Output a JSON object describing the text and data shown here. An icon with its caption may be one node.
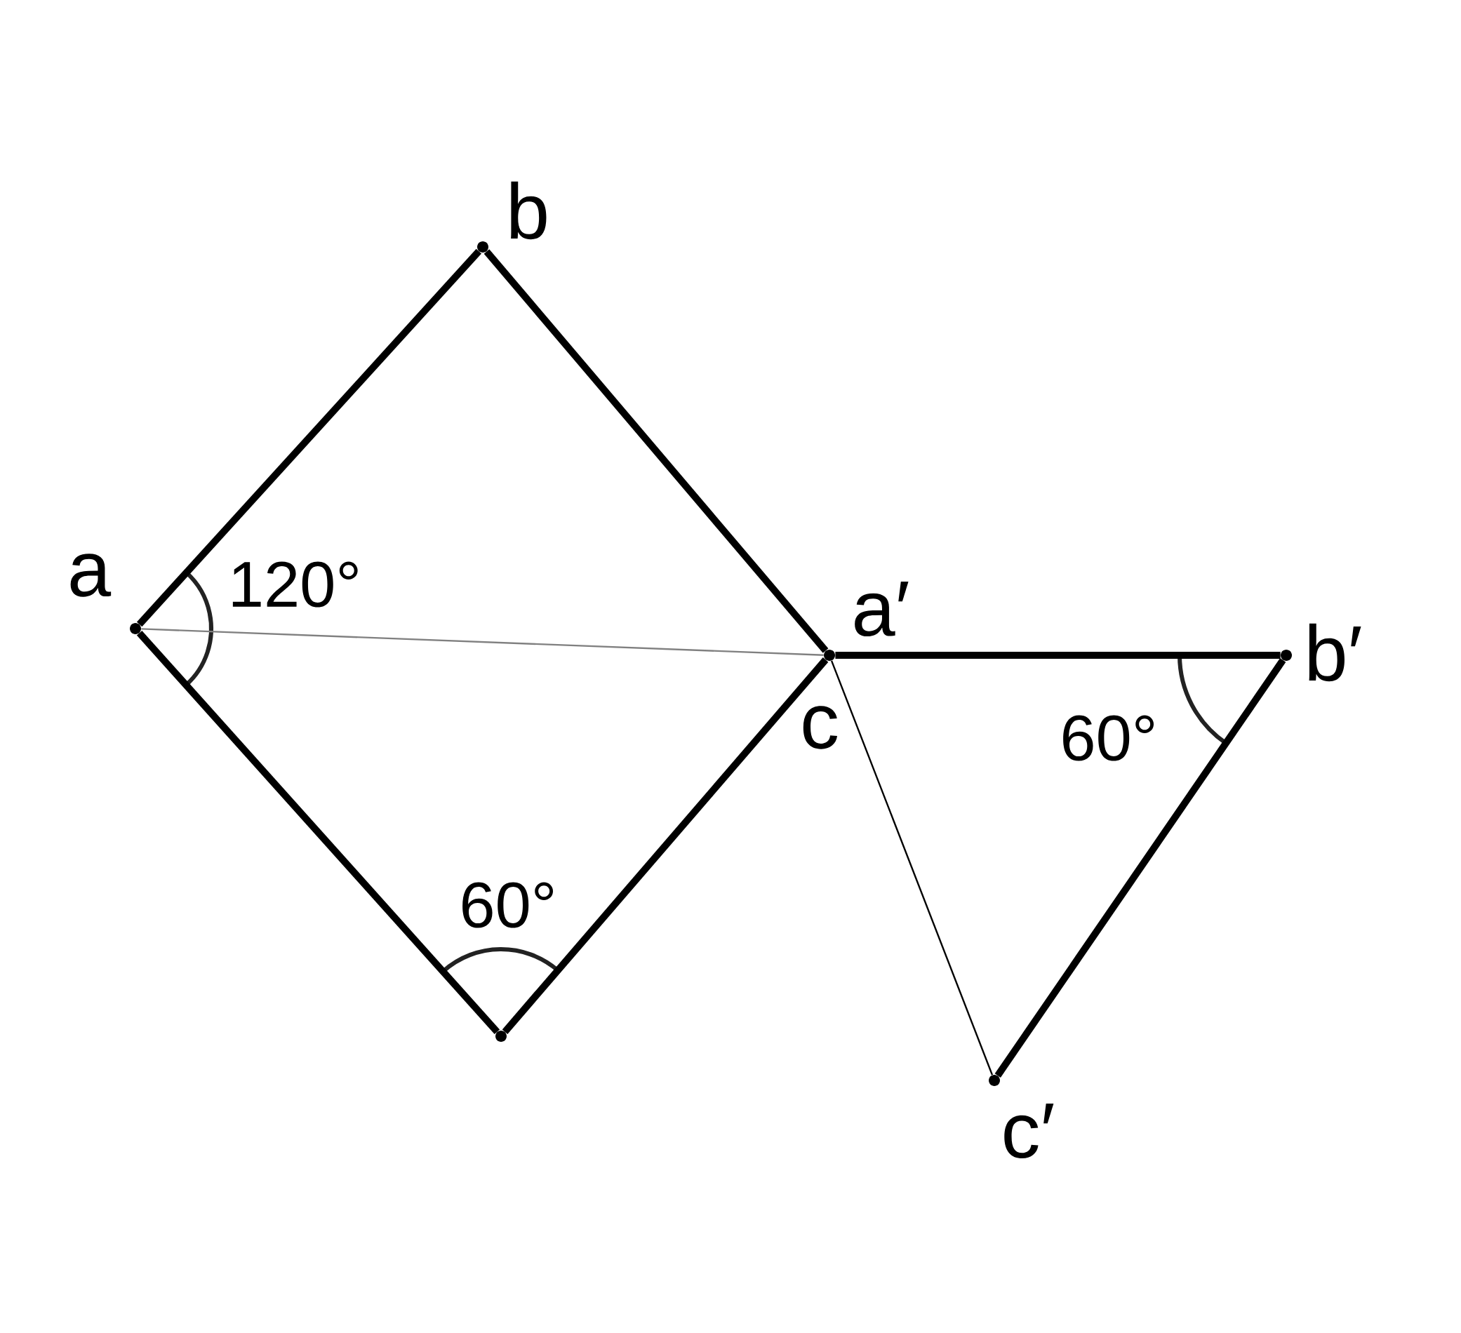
{
  "diagram": {
    "nodes": [
      {
        "text": [],
        "shape": "point",
        "beside": [
          "a"
        ]
      },
      {
        "text": [],
        "shape": "point",
        "beside": [
          "b"
        ]
      },
      {
        "text": [],
        "shape": "point",
        "beside": [
          "c",
          "a′"
        ]
      },
      {
        "text": [],
        "shape": "point"
      },
      {
        "text": [],
        "shape": "point",
        "beside": [
          "b′"
        ]
      },
      {
        "text": [],
        "shape": "point",
        "beside": [
          "c′"
        ]
      }
    ],
    "edges": [
      {
        "from": 0,
        "to": 1,
        "arrow": "none"
      },
      {
        "from": 1,
        "to": 2,
        "arrow": "none"
      },
      {
        "from": 2,
        "to": 3,
        "arrow": "none"
      },
      {
        "from": 3,
        "to": 0,
        "arrow": "none"
      },
      {
        "from": 0,
        "to": 2,
        "arrow": "none",
        "color": "#808080"
      },
      {
        "from": 2,
        "to": 4,
        "arrow": "none"
      },
      {
        "from": 4,
        "to": 5,
        "arrow": "none"
      },
      {
        "from": 2,
        "to": 5,
        "arrow": "none"
      }
    ],
    "labels": [
      "120°",
      "60°",
      "60°"
    ]
  }
}
